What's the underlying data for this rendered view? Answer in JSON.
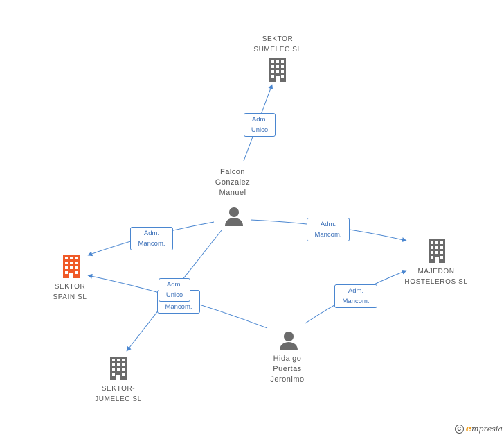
{
  "nodes": {
    "sumelec": {
      "label": "SEKTOR\nSUMELEC SL",
      "type": "company",
      "color": "#6b6b6b"
    },
    "spain": {
      "label": "SEKTOR\nSPAIN SL",
      "type": "company",
      "color": "#f05a28"
    },
    "majedon": {
      "label": "MAJEDON\nHOSTELEROS SL",
      "type": "company",
      "color": "#6b6b6b"
    },
    "jumelec": {
      "label": "SEKTOR-\nJUMELEC SL",
      "type": "company",
      "color": "#6b6b6b"
    },
    "falcon": {
      "label": "Falcon\nGonzalez\nManuel",
      "type": "person",
      "color": "#6b6b6b"
    },
    "hidalgo": {
      "label": "Hidalgo\nPuertas\nJeronimo",
      "type": "person",
      "color": "#6b6b6b"
    }
  },
  "edges": [
    {
      "from": "falcon",
      "to": "sumelec",
      "label": "Adm.\nUnico"
    },
    {
      "from": "falcon",
      "to": "spain",
      "label": "Adm.\nMancom."
    },
    {
      "from": "falcon",
      "to": "majedon",
      "label": "Adm.\nMancom."
    },
    {
      "from": "falcon",
      "to": "jumelec",
      "label": "Adm.\nUnico"
    },
    {
      "from": "hidalgo",
      "to": "spain",
      "label": "Adm.\nMancom."
    },
    {
      "from": "hidalgo",
      "to": "majedon",
      "label": "Adm.\nMancom."
    }
  ],
  "edge_color": "#4a86d0",
  "brand": {
    "copyright": "C",
    "initial": "e",
    "name": "mpresia"
  }
}
